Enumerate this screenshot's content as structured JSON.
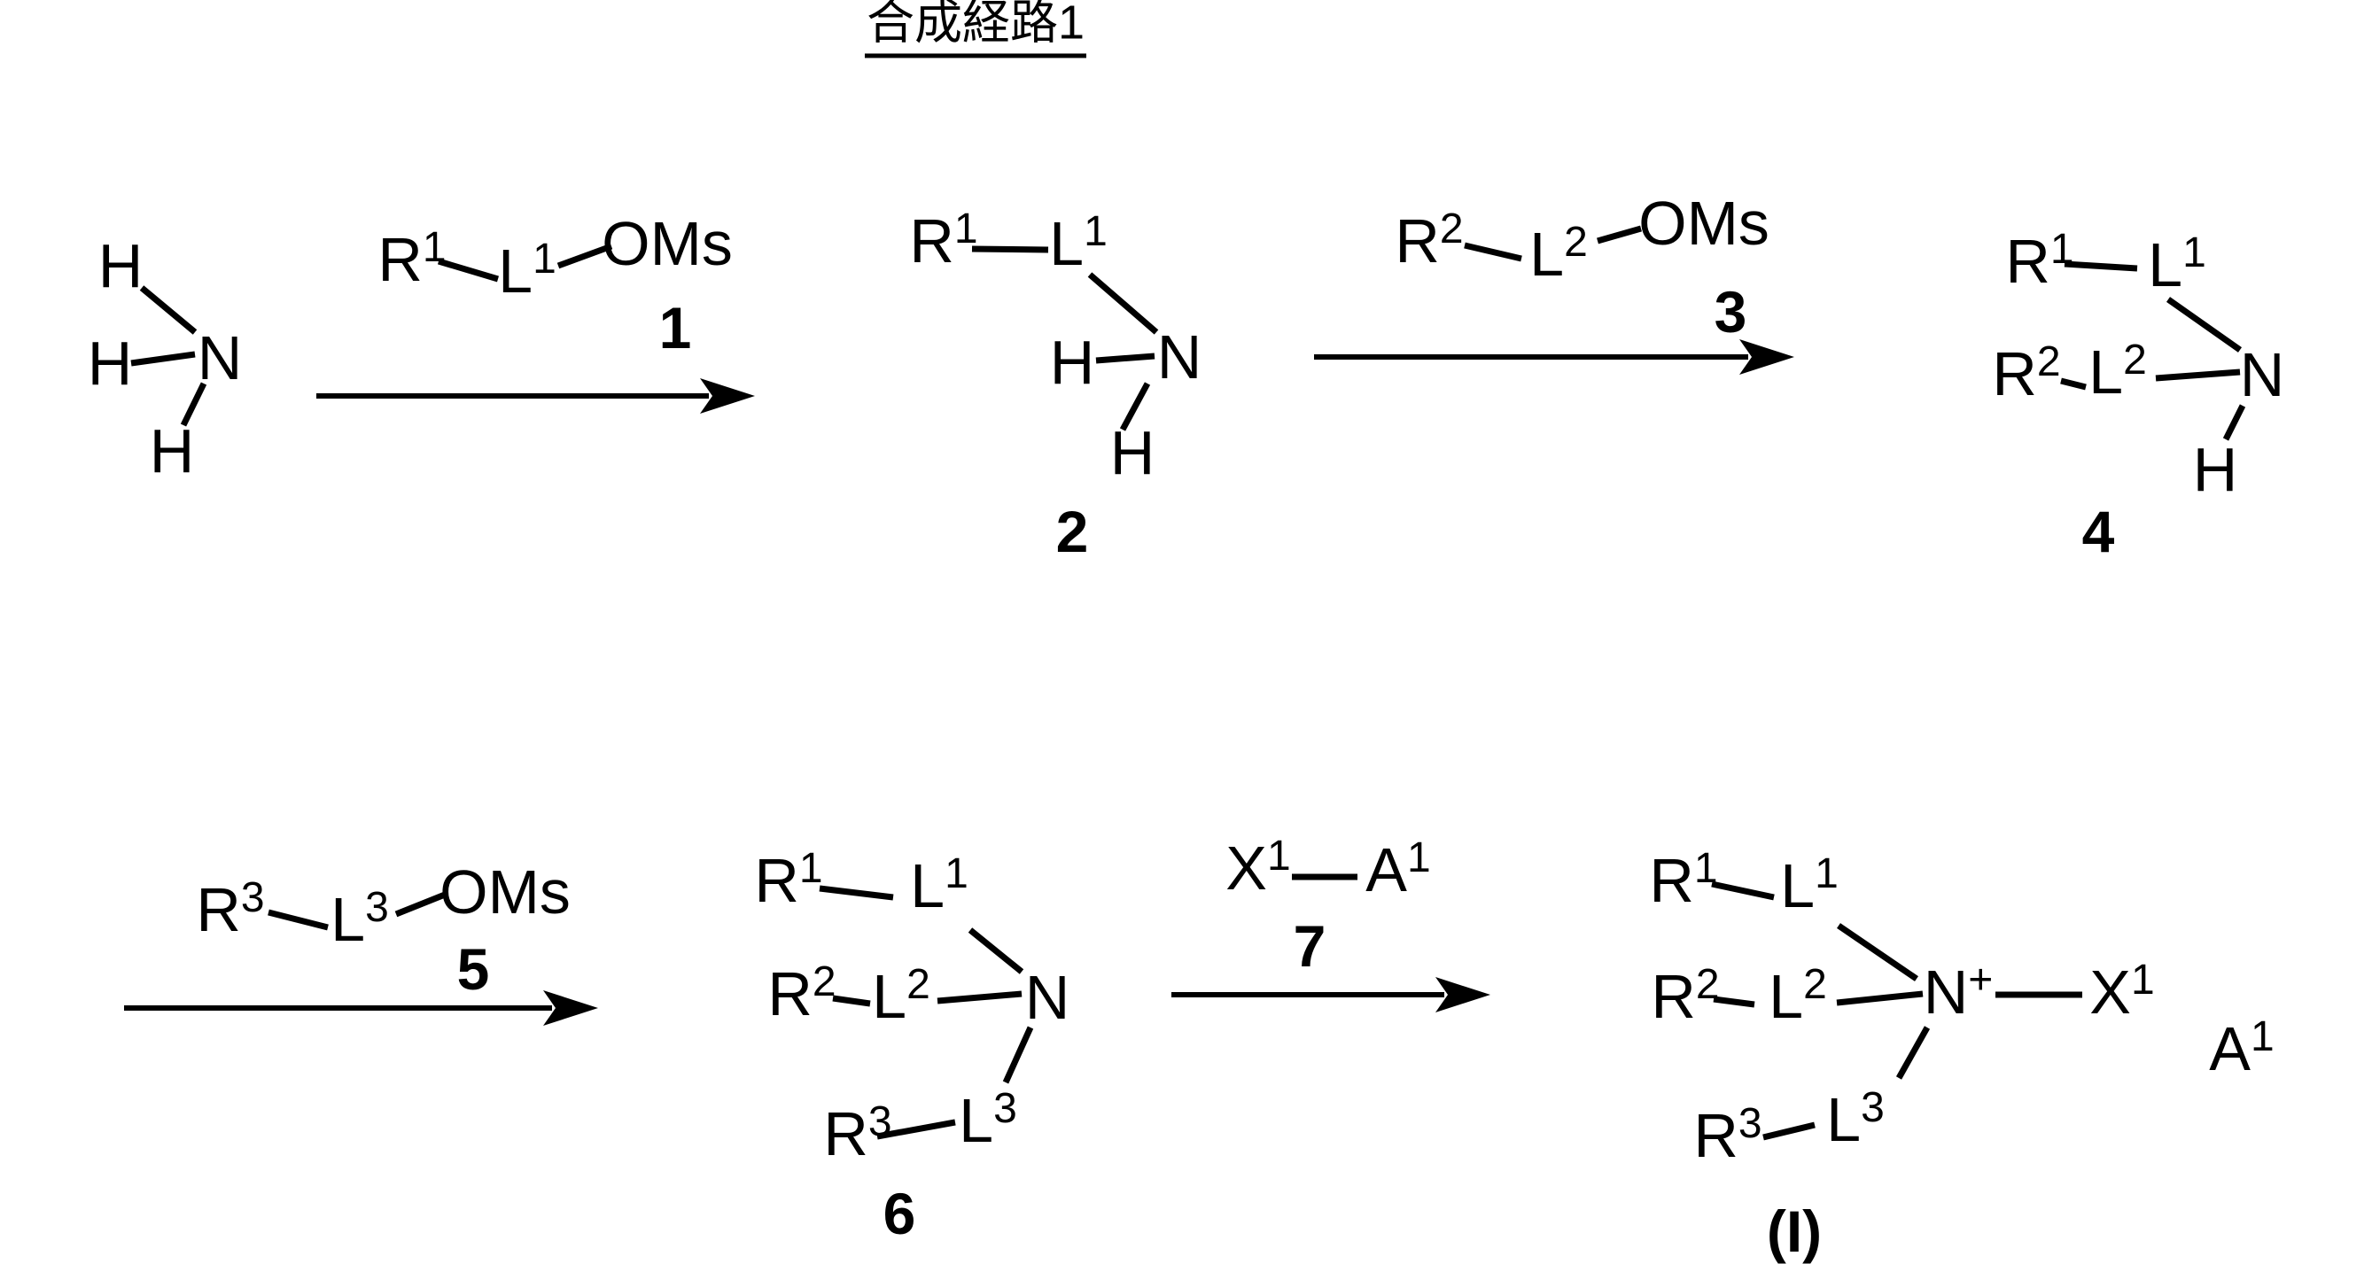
{
  "title": "合成経路1",
  "colors": {
    "ink": "#000000",
    "background": "#ffffff"
  },
  "molecules": {
    "ammonia": {
      "h_top": "H",
      "h_left": "H",
      "n": "N",
      "h_bottom": "H"
    },
    "compound2": {
      "r1": "R",
      "r1_sup": "1",
      "l1": "L",
      "l1_sup": "1",
      "h_left": "H",
      "n": "N",
      "h_bottom": "H",
      "num": "2"
    },
    "compound4": {
      "r1": "R",
      "r1_sup": "1",
      "l1": "L",
      "l1_sup": "1",
      "r2": "R",
      "r2_sup": "2",
      "l2": "L",
      "l2_sup": "2",
      "n": "N",
      "h_bottom": "H",
      "num": "4"
    },
    "compound6": {
      "r1": "R",
      "r1_sup": "1",
      "l1": "L",
      "l1_sup": "1",
      "r2": "R",
      "r2_sup": "2",
      "l2": "L",
      "l2_sup": "2",
      "n": "N",
      "r3": "R",
      "r3_sup": "3",
      "l3": "L",
      "l3_sup": "3",
      "num": "6"
    },
    "compound_I": {
      "r1": "R",
      "r1_sup": "1",
      "l1": "L",
      "l1_sup": "1",
      "r2": "R",
      "r2_sup": "2",
      "l2": "L",
      "l2_sup": "2",
      "n": "N",
      "n_charge": "+",
      "x": "X",
      "x_sup": "1",
      "r3": "R",
      "r3_sup": "3",
      "l3": "L",
      "l3_sup": "3",
      "counterion": "A",
      "counterion_sup": "1",
      "num": "(I)"
    }
  },
  "reagents": {
    "step1": {
      "r": "R",
      "r_sup": "1",
      "l": "L",
      "l_sup": "1",
      "lg": "OMs",
      "num": "1"
    },
    "step2": {
      "r": "R",
      "r_sup": "2",
      "l": "L",
      "l_sup": "2",
      "lg": "OMs",
      "num": "3"
    },
    "step3": {
      "r": "R",
      "r_sup": "3",
      "l": "L",
      "l_sup": "3",
      "lg": "OMs",
      "num": "5"
    },
    "step4": {
      "x": "X",
      "x_sup": "1",
      "a": "A",
      "a_sup": "1",
      "num": "7"
    }
  }
}
